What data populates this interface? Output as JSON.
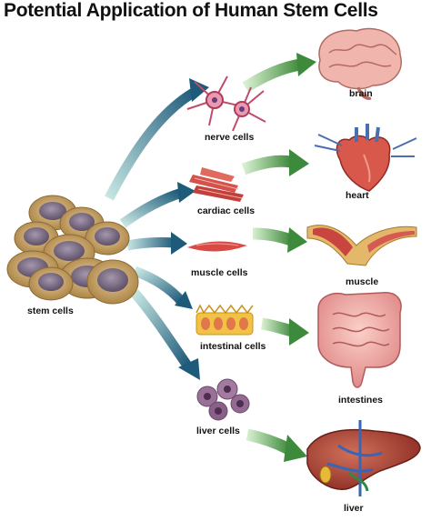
{
  "title": "Potential Application of Human Stem Cells",
  "source_label": "stem cells",
  "cell_types": [
    {
      "label": "nerve cells",
      "organ": "brain"
    },
    {
      "label": "cardiac cells",
      "organ": "heart"
    },
    {
      "label": "muscle cells",
      "organ": "muscle"
    },
    {
      "label": "intestinal cells",
      "organ": "intestines"
    },
    {
      "label": "liver cells",
      "organ": "liver"
    }
  ],
  "colors": {
    "arrow_blue_dark": "#1e5a7a",
    "arrow_teal_light": "#c6e6e2",
    "arrow_green_dark": "#3e8a3c",
    "arrow_green_light": "#d8f0d0",
    "stem_cell_fill": "#c9a26a",
    "stem_cell_nucleus": "#7a6a84",
    "muscle_red": "#d9534f",
    "organ_pink": "#f0a0a0"
  },
  "icons": [
    "stem-cell-cluster-icon",
    "nerve-cells-icon",
    "cardiac-cells-icon",
    "muscle-cells-icon",
    "intestinal-cells-icon",
    "liver-cells-icon",
    "brain-icon",
    "heart-icon",
    "muscle-icon",
    "intestines-icon",
    "liver-icon"
  ]
}
